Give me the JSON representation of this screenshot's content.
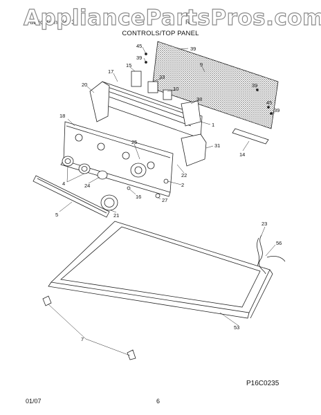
{
  "header": {
    "watermark": "AppliancePartsPros.com",
    "publication_label": "Publication No. 3",
    "model_label": "RT",
    "section_title": "CONTROLS/TOP PANEL"
  },
  "callouts": {
    "c45a": "45",
    "c39a": "39",
    "c39b": "39",
    "c9": "9",
    "c15": "15",
    "c17": "17",
    "c33": "33",
    "c10": "10",
    "c20": "20",
    "c38": "38",
    "c39c": "39",
    "c45b": "45",
    "c39d": "39",
    "c1": "1",
    "c18": "18",
    "c25": "25",
    "c31": "31",
    "c14": "14",
    "c22": "22",
    "c4": "4",
    "c24": "24",
    "c2": "2",
    "c16": "16",
    "c27": "27",
    "c21": "21",
    "c5": "5",
    "c23": "23",
    "c56": "56",
    "c53": "53",
    "c7": "7"
  },
  "footer": {
    "date": "01/07",
    "page_number": "6",
    "figure_ref": "P16C0235"
  }
}
